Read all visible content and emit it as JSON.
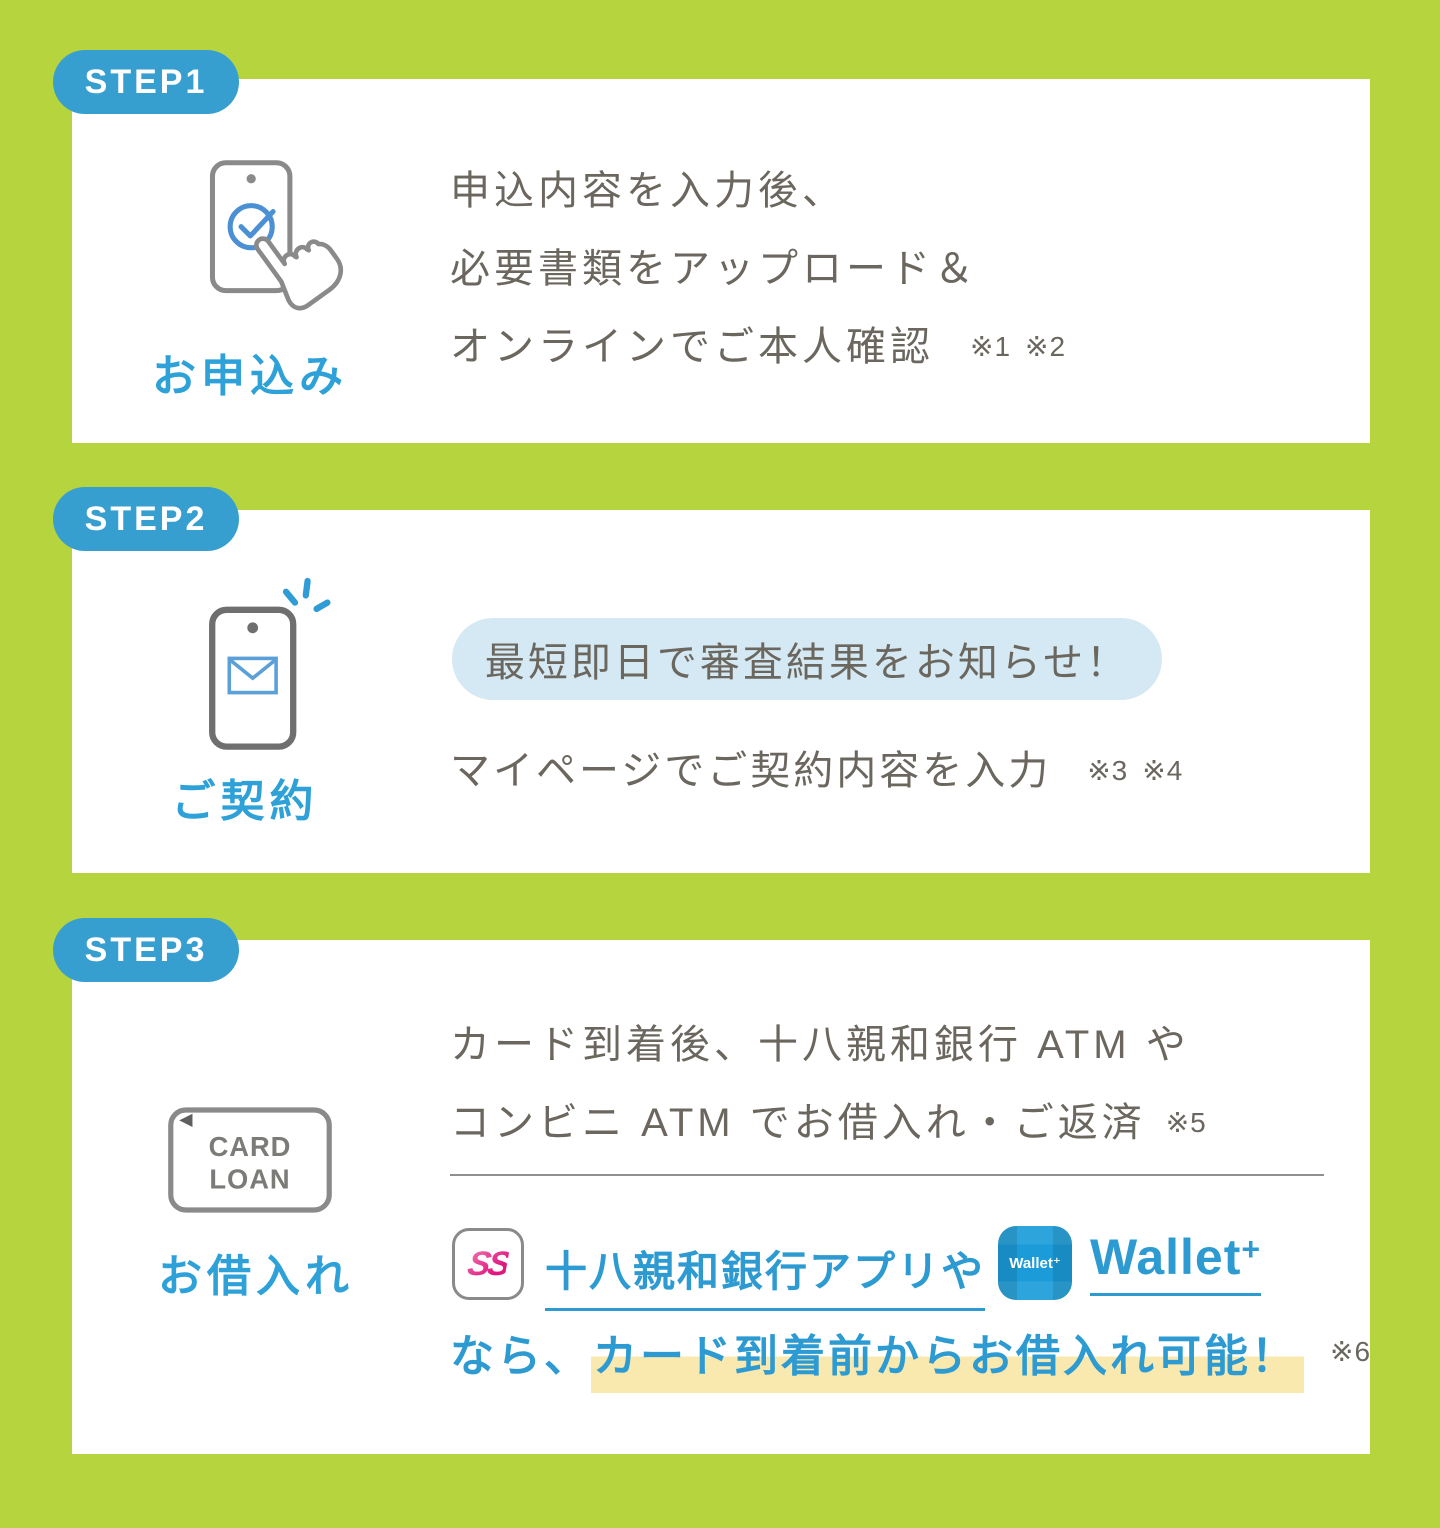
{
  "colors": {
    "background_green": "#b6d43e",
    "badge_blue": "#379fd0",
    "label_blue": "#2ea1d8",
    "link_blue": "#2d9bd2",
    "body_text_gray": "#6b675f",
    "highlight_pill_lightblue": "#d4e9f3",
    "marker_yellow": "#fae9af",
    "check_blue": "#4b90d4",
    "bank_logo_pink": "#e0187e"
  },
  "steps": [
    {
      "badge": "STEP1",
      "label": "お申込み",
      "icon": "phone-check-hand-icon",
      "lines": [
        "申込内容を入力後、",
        "必要書類をアップロード＆",
        "オンラインでご本人確認"
      ],
      "notes": [
        "※1",
        "※2"
      ]
    },
    {
      "badge": "STEP2",
      "label": "ご契約",
      "icon": "phone-mail-icon",
      "highlight_pill": "最短即日で審査結果をお知らせ！",
      "line": "マイページでご契約内容を入力",
      "notes": [
        "※3",
        "※4"
      ]
    },
    {
      "badge": "STEP3",
      "label": "お借入れ",
      "icon": "card-loan-icon",
      "card_text": [
        "CARD",
        "LOAN"
      ],
      "lines": [
        "カード到着後、十八親和銀行 ATM や",
        "コンビニ ATM でお借入れ・ご返済"
      ],
      "note": "※5",
      "bank_logo_text": "SS",
      "bank_app_link": "十八親和銀行アプリや",
      "wallet_icon_text": "Wallet⁺",
      "wallet_link_word": "Wallet",
      "wallet_link_plus": "+",
      "tail_plain": "なら、",
      "tail_highlight": "カード到着前からお借入れ可能！",
      "tail_note": "※6"
    }
  ]
}
